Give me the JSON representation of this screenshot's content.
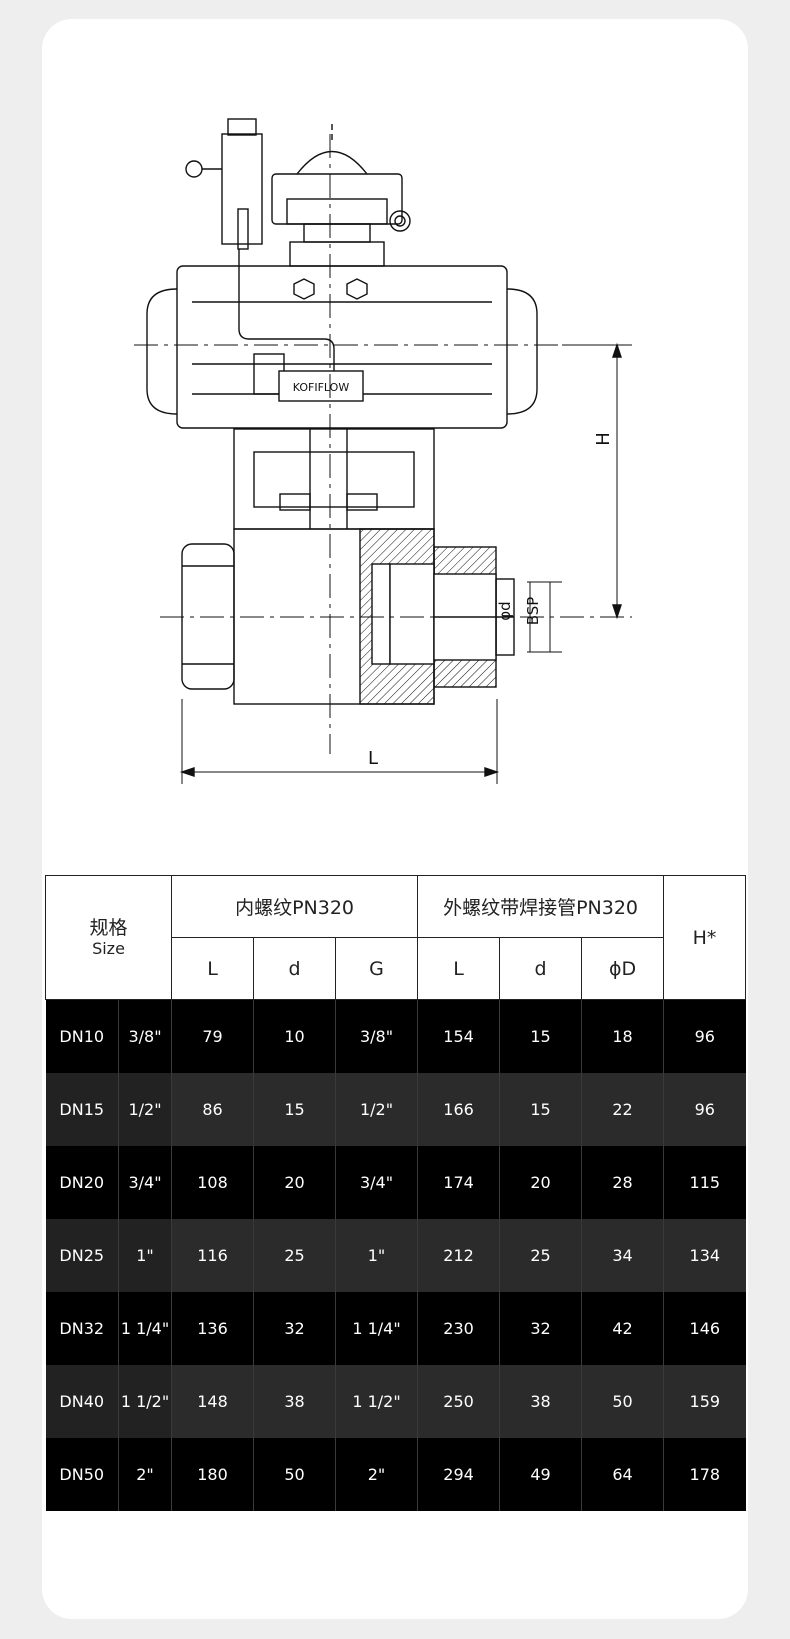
{
  "drawing": {
    "nameplate": "KOFIFLOW",
    "dim_h": "H",
    "dim_l": "L",
    "dim_d": "φd",
    "dim_bsp": "BSP"
  },
  "table": {
    "size_zh": "规格",
    "size_en": "Size",
    "group_internal": "内螺纹PN320",
    "group_external": "外螺纹带焊接管PN320",
    "h_header": "H*",
    "sub_headers": [
      "L",
      "d",
      "G",
      "L",
      "d",
      "ϕD"
    ],
    "rows": [
      [
        "DN10",
        "3/8\"",
        "79",
        "10",
        "3/8\"",
        "154",
        "15",
        "18",
        "96"
      ],
      [
        "DN15",
        "1/2\"",
        "86",
        "15",
        "1/2\"",
        "166",
        "15",
        "22",
        "96"
      ],
      [
        "DN20",
        "3/4\"",
        "108",
        "20",
        "3/4\"",
        "174",
        "20",
        "28",
        "115"
      ],
      [
        "DN25",
        "1\"",
        "116",
        "25",
        "1\"",
        "212",
        "25",
        "34",
        "134"
      ],
      [
        "DN32",
        "1 1/4\"",
        "136",
        "32",
        "1 1/4\"",
        "230",
        "32",
        "42",
        "146"
      ],
      [
        "DN40",
        "1 1/2\"",
        "148",
        "38",
        "1 1/2\"",
        "250",
        "38",
        "50",
        "159"
      ],
      [
        "DN50",
        "2\"",
        "180",
        "50",
        "2\"",
        "294",
        "49",
        "64",
        "178"
      ]
    ]
  }
}
